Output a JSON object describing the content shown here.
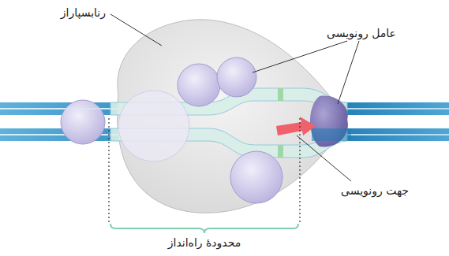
{
  "diagram": {
    "labels": [
      "رنابسپاراز",
      "عامل رونویسی",
      "جهت رونویسی",
      "محدودهٔ راه‌انداز"
    ]
  }
}
